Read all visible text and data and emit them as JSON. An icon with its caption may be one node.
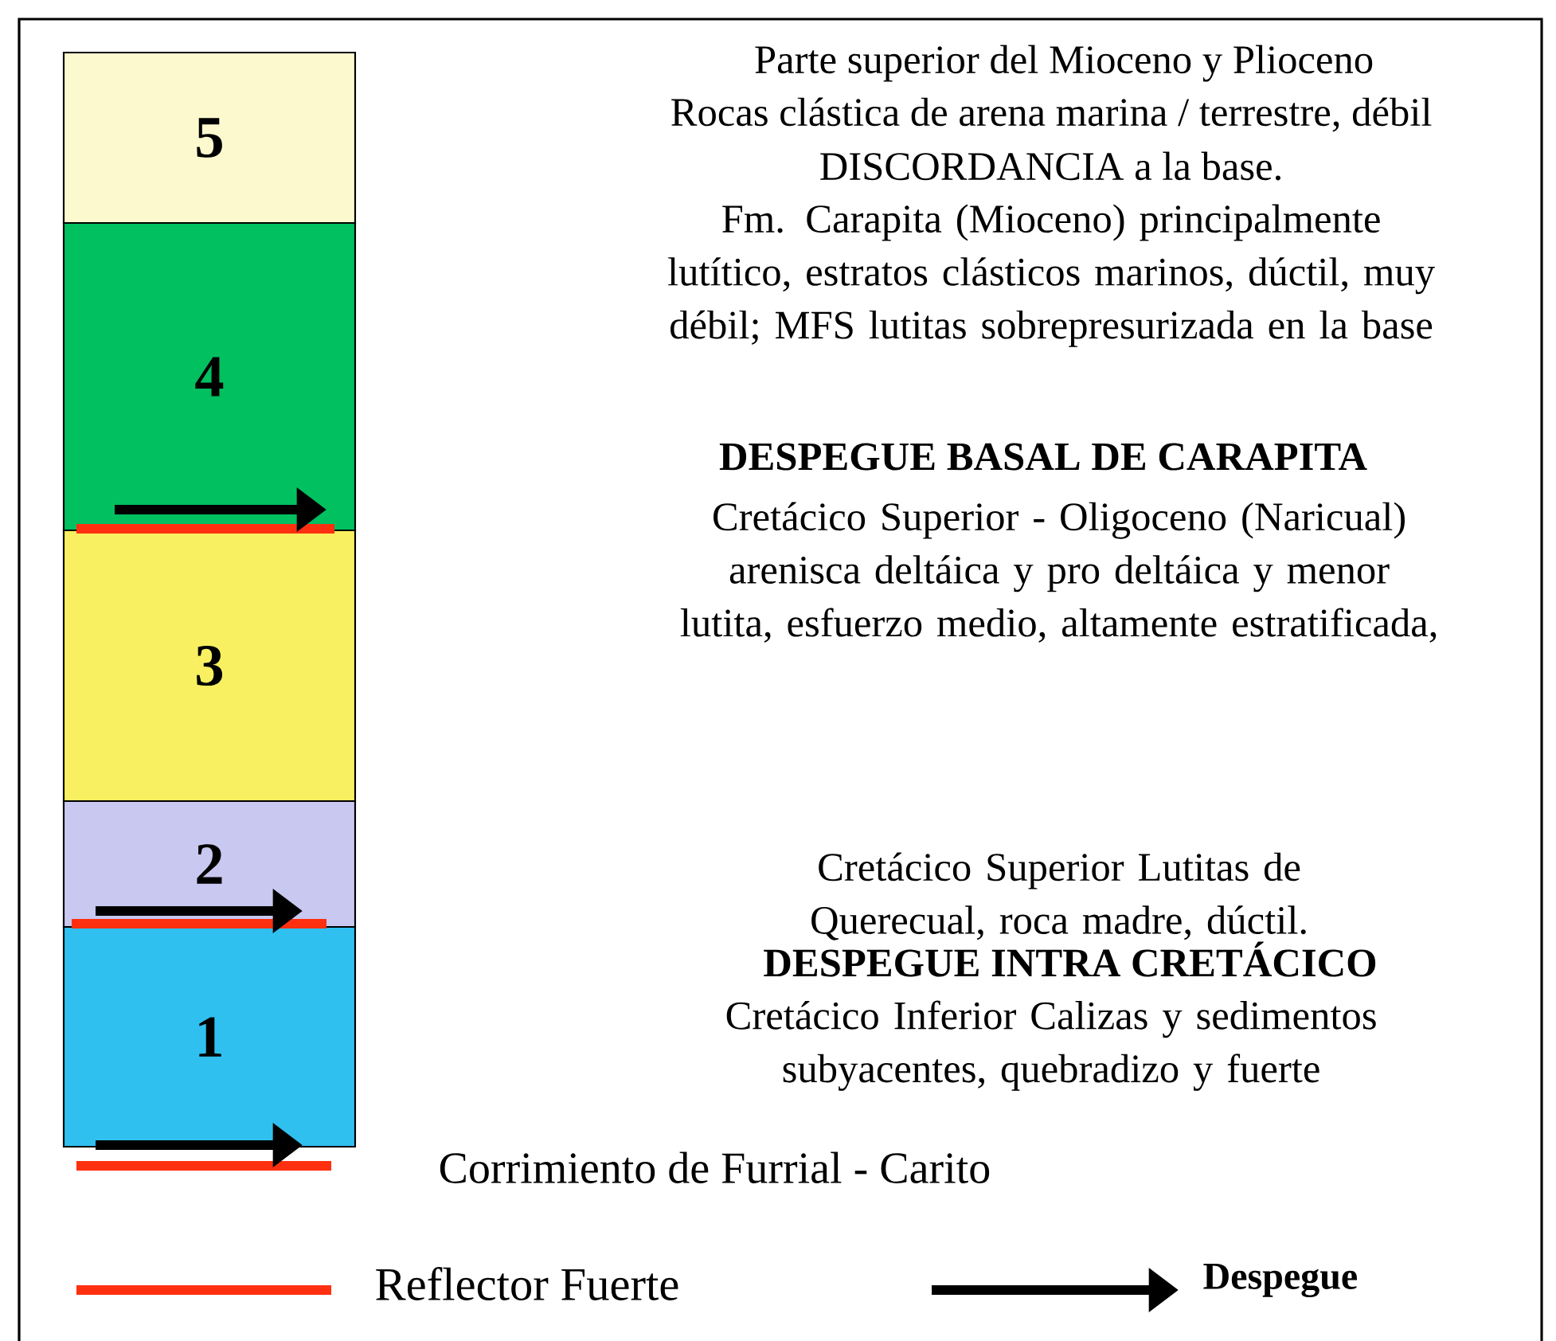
{
  "diagram": {
    "nodes": [
      {
        "text": [
          "5"
        ]
      },
      {
        "text": [
          "4"
        ]
      },
      {
        "text": [
          "3"
        ]
      },
      {
        "text": [
          "2"
        ]
      },
      {
        "text": [
          "1"
        ]
      }
    ],
    "labels": [
      "Parte superior del Mioceno y Plioceno",
      "Rocas clástica de arena marina / terrestre, débil",
      "DISCORDANCIA a la base.",
      "Fm. Carapita (Mioceno) principalmente lutítico, estratos clásticos marinos, dúctil, muy débil; MFS lutitas sobrepresurizada en la base",
      "DESPEGUE BASAL DE CARAPITA",
      "Cretácico Superior - Oligoceno (Naricual) arenisca deltáica y pro deltáica y menor lutita, esfuerzo medio, altamente estratificada,",
      "Cretácico Superior  Lutitas de Querecual, roca madre, dúctil.",
      "DESPEGUE INTRA CRETÁCICO",
      "Cretácico Inferior Calizas y sedimentos subyacentes, quebradizo y fuerte",
      "Corrimiento de Furrial - Carito"
    ],
    "legend": [
      {
        "text": "Reflector Fuerte"
      },
      {
        "text": "Despegue"
      }
    ]
  }
}
